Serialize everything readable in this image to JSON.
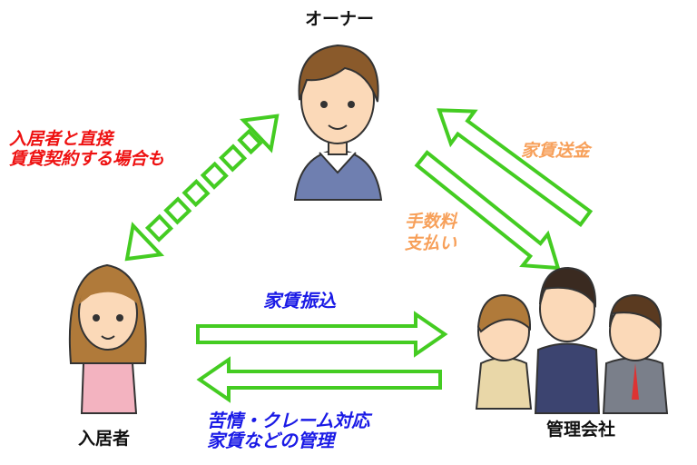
{
  "roles": {
    "owner": "オーナー",
    "tenant": "入居者",
    "management": "管理会社"
  },
  "labels": {
    "direct_contract_line1": "入居者と直接",
    "direct_contract_line2": "賃貸契約する場合も",
    "rent_remittance": "家賃送金",
    "fee_line1": "手数料",
    "fee_line2": "支払い",
    "rent_transfer": "家賃振込",
    "mgmt_line1": "苦情・クレーム対応",
    "mgmt_line2": "家賃などの管理"
  },
  "colors": {
    "arrow": "#44cc22",
    "red": "#ee1111",
    "blue": "#1a1ae6",
    "orange": "#f7a05a"
  }
}
